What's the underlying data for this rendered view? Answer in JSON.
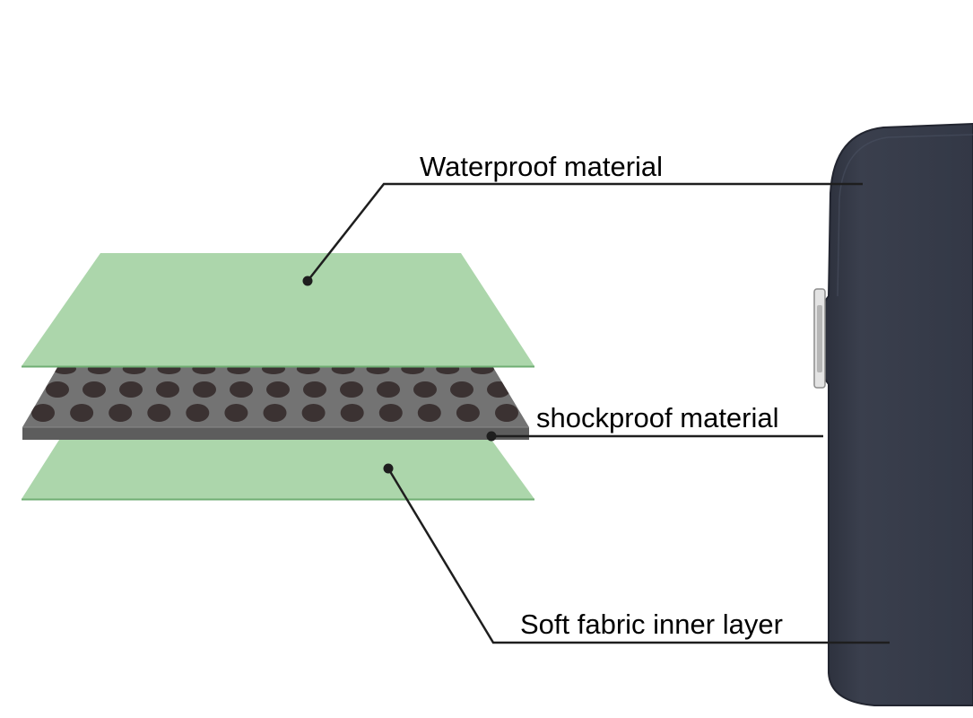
{
  "labels": {
    "top": "Waterproof material",
    "middle": "shockproof material",
    "bottom": "Soft fabric inner layer"
  },
  "colors": {
    "waterproof_layer": "#acd6ab",
    "waterproof_edge": "#6fae73",
    "shockproof_face": "#737373",
    "shockproof_side": "#5d5d5d",
    "holes": "#3b3232",
    "leader_line": "#1e1e1e",
    "sleeve": "#353a48"
  }
}
